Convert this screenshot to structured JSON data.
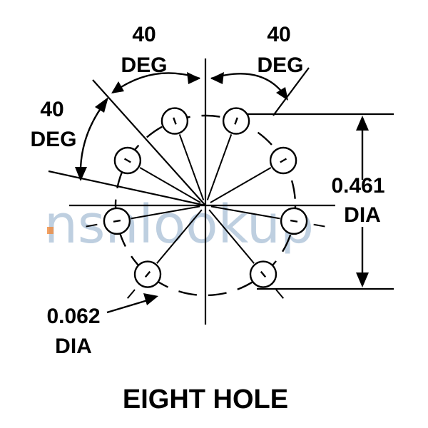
{
  "watermark": {
    "text": "nsnlookup",
    "color": "#a9bfd6",
    "accent": "#f08a3c"
  },
  "labels": {
    "angle_top_left_value": "40",
    "angle_top_left_unit": "DEG",
    "angle_top_right_value": "40",
    "angle_top_right_unit": "DEG",
    "angle_left_value": "40",
    "angle_left_unit": "DEG",
    "bolt_circle_value": "0.461",
    "bolt_circle_unit": "DIA",
    "hole_value": "0.062",
    "hole_unit": "DIA",
    "title": "EIGHT HOLE"
  },
  "diagram": {
    "hole_count": 8,
    "hole_angles_deg": [
      20,
      60,
      100,
      140,
      220,
      260,
      300,
      340
    ],
    "angular_spacing_deg": 40
  }
}
